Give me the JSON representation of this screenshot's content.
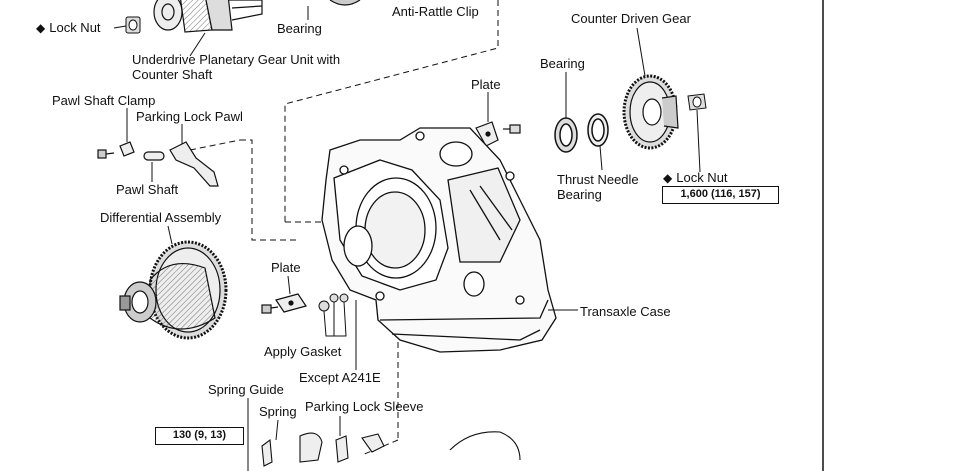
{
  "diamond_symbol": "◆",
  "labels": {
    "lock_nut_left": "Lock Nut",
    "bearing_top": "Bearing",
    "anti_rattle_clip": "Anti-Rattle Clip",
    "counter_driven_gear": "Counter Driven Gear",
    "underdrive_line1": "Underdrive Planetary Gear Unit with",
    "underdrive_line2": "Counter Shaft",
    "bearing_right": "Bearing",
    "plate_top": "Plate",
    "pawl_shaft_clamp": "Pawl Shaft Clamp",
    "parking_lock_pawl": "Parking Lock Pawl",
    "pawl_shaft": "Pawl Shaft",
    "thrust_needle_line1": "Thrust Needle",
    "thrust_needle_line2": "Bearing",
    "lock_nut_right": "Lock Nut",
    "differential_assembly": "Differential Assembly",
    "plate_lower": "Plate",
    "transaxle_case": "Transaxle Case",
    "apply_gasket": "Apply Gasket",
    "except_a241e": "Except A241E",
    "spring_guide": "Spring Guide",
    "spring": "Spring",
    "parking_lock_sleeve": "Parking Lock Sleeve"
  },
  "torque_specs": {
    "lock_nut_right": "1,600 (116, 157)",
    "spring_guide": "130 (9, 13)"
  }
}
